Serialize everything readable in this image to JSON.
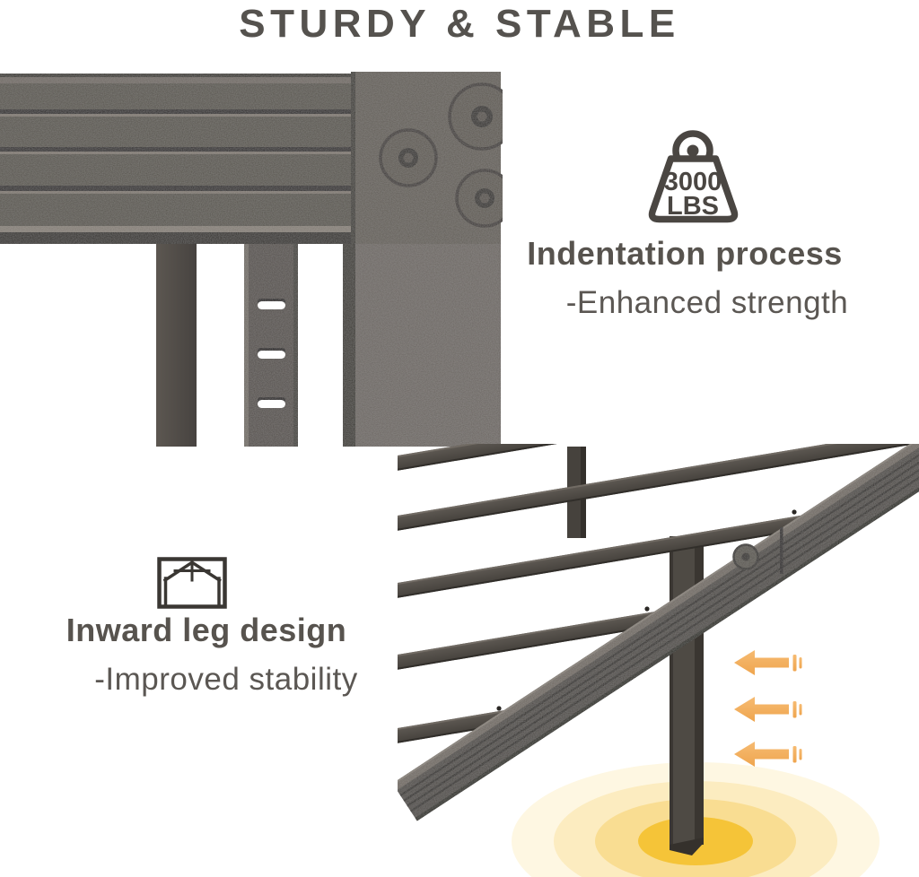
{
  "title": "STURDY & STABLE",
  "features": [
    {
      "id": "indentation-process",
      "badge": {
        "line1": "3000",
        "line2": "LBS"
      },
      "heading": "Indentation process",
      "subheading": "-Enhanced strength"
    },
    {
      "id": "inward-leg-design",
      "heading": "Inward leg design",
      "subheading": "-Improved stability"
    }
  ],
  "photos": [
    {
      "id": "frame-corner-closeup",
      "alt": "Close-up of dark metal bed frame corner: grooved side rail, riveted corner bracket with three round bolt indentations, one solid leg and one slotted leg"
    },
    {
      "id": "slat-frame-with-leg",
      "alt": "Underside view of metal slat bed frame with grooved side rail, inward support leg, three orange arrows pointing at the leg and a yellow glow at its base"
    }
  ],
  "colors": {
    "text": "#595551",
    "metal_dark": "#4B4742",
    "metal_light": "#6B6560",
    "arrow_orange": "#F3AF5C",
    "glow_yellow": "#F5C438",
    "background": "#FFFFFF"
  }
}
